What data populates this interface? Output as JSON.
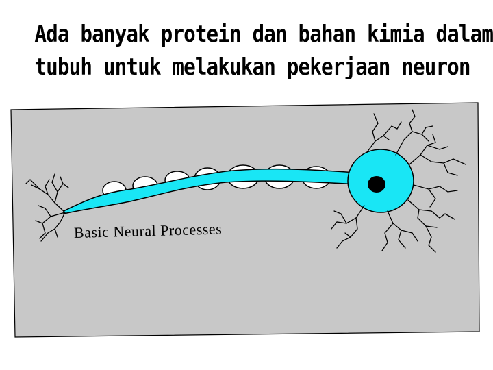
{
  "heading": {
    "line1": "Ada banyak protein dan bahan kimia dalam",
    "line2": "tubuh untuk melakukan pekerjaan neuron"
  },
  "diagram": {
    "label": "Basic Neural Processes",
    "colors": {
      "background": "#c8c8c8",
      "neuron": "#19e6f5",
      "outline": "#000000",
      "myelin": "#ffffff",
      "nucleus": "#000000"
    }
  }
}
